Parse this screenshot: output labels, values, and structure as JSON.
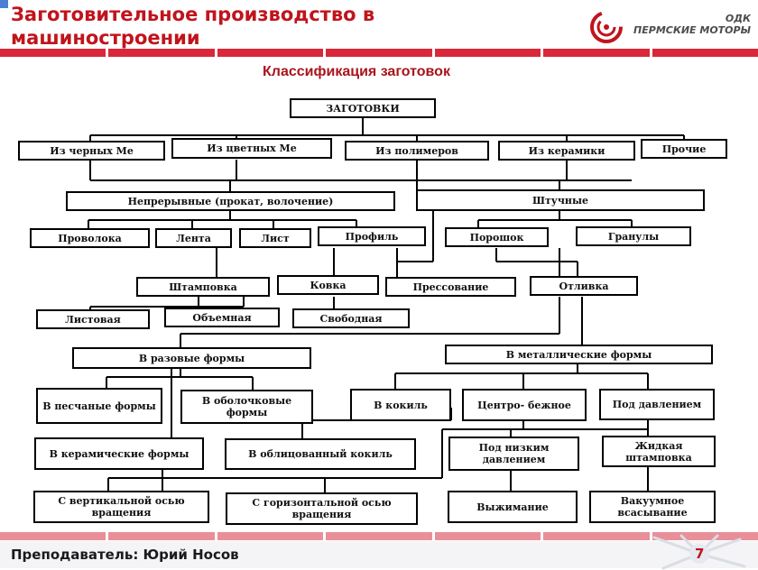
{
  "slide": {
    "title_line1": "Заготовительное производство в",
    "title_line2": "машиностроении",
    "subtitle": "Классификация заготовок",
    "teacher": "Преподаватель: Юрий Носов",
    "page_number": "7"
  },
  "logo": {
    "line1": "ОДК",
    "line2": "ПЕРМСКИЕ МОТОРЫ",
    "icon": "odk-logo-icon"
  },
  "colors": {
    "accent": "#c0141c",
    "stripe": "#d8283a",
    "stripe_light": "#e98f99"
  },
  "nodes": {
    "root": "ЗАГОТОВКИ",
    "ferrous": "Из черных Ме",
    "nonferrous": "Из цветных Ме",
    "polymers": "Из полимеров",
    "ceramics": "Из керамики",
    "other": "Прочие",
    "continuous": "Непрерывные (прокат, волочение)",
    "piece": "Штучные",
    "wire": "Проволока",
    "strip": "Лента",
    "sheet": "Лист",
    "profile": "Профиль",
    "powder": "Порошок",
    "granules": "Гранулы",
    "stamping": "Штамповка",
    "forging": "Ковка",
    "pressing": "Прессование",
    "casting": "Отливка",
    "sheet_stamping": "Листовая",
    "volume_stamping": "Объемная",
    "free_forging": "Свободная",
    "expendable_molds": "В разовые формы",
    "metal_molds": "В металлические формы",
    "sand_molds": "В песчаные формы",
    "shell_molds": "В оболочковые формы",
    "chill_mold": "В кокиль",
    "centrifugal": "Центро- бежное",
    "pressure": "Под давлением",
    "ceramic_molds": "В керамические формы",
    "lined_chill": "В облицованный кокиль",
    "low_pressure": "Под низким давлением",
    "liquid_stamping": "Жидкая штамповка",
    "vertical_axis": "С вертикальной осью вращения",
    "horizontal_axis": "С горизонтальной осью вращения",
    "squeeze": "Выжимание",
    "vacuum_suction": "Вакуумное всасывание"
  }
}
